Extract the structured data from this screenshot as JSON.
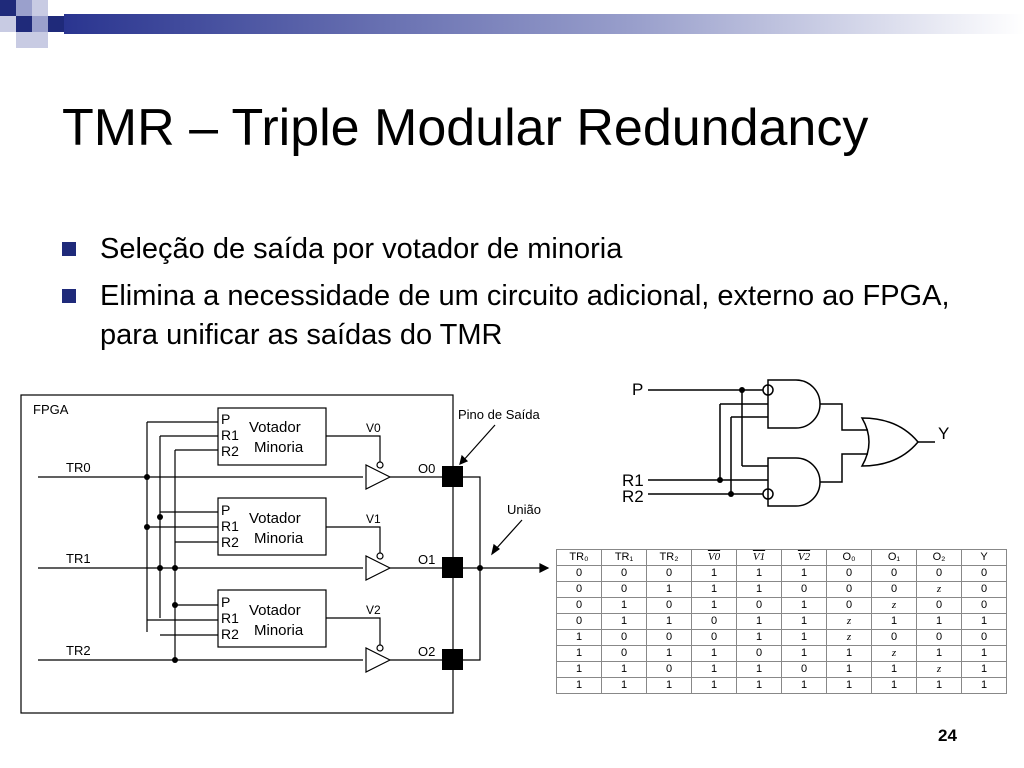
{
  "slide": {
    "title": "TMR – Triple Modular Redundancy",
    "bullets": [
      "Seleção de saída por votador de minoria",
      "Elimina a necessidade de um circuito adicional, externo ao FPGA, para unificar as saídas do TMR"
    ],
    "page_number": "24"
  },
  "circuit": {
    "fpga_label": "FPGA",
    "pin_label": "Pino de Saída",
    "union_label": "União",
    "voter_title": "Votador",
    "voter_subtitle": "Minoria",
    "port_labels": [
      "P",
      "R1",
      "R2"
    ],
    "voters": [
      {
        "out": "V0",
        "input": "TR0",
        "output": "O0"
      },
      {
        "out": "V1",
        "input": "TR1",
        "output": "O1"
      },
      {
        "out": "V2",
        "input": "TR2",
        "output": "O2"
      }
    ]
  },
  "gate": {
    "inputs": [
      "P",
      "R1",
      "R2"
    ],
    "output": "Y"
  },
  "truth_table": {
    "headers": [
      "TR₀",
      "TR₁",
      "TR₂",
      "V0",
      "V1",
      "V2",
      "O₀",
      "O₁",
      "O₂",
      "Y"
    ],
    "rows": [
      [
        "0",
        "0",
        "0",
        "1",
        "1",
        "1",
        "0",
        "0",
        "0",
        "0"
      ],
      [
        "0",
        "0",
        "1",
        "1",
        "1",
        "0",
        "0",
        "0",
        "z",
        "0"
      ],
      [
        "0",
        "1",
        "0",
        "1",
        "0",
        "1",
        "0",
        "z",
        "0",
        "0"
      ],
      [
        "0",
        "1",
        "1",
        "0",
        "1",
        "1",
        "z",
        "1",
        "1",
        "1"
      ],
      [
        "1",
        "0",
        "0",
        "0",
        "1",
        "1",
        "z",
        "0",
        "0",
        "0"
      ],
      [
        "1",
        "0",
        "1",
        "1",
        "0",
        "1",
        "1",
        "z",
        "1",
        "1"
      ],
      [
        "1",
        "1",
        "0",
        "1",
        "1",
        "0",
        "1",
        "1",
        "z",
        "1"
      ],
      [
        "1",
        "1",
        "1",
        "1",
        "1",
        "1",
        "1",
        "1",
        "1",
        "1"
      ]
    ]
  }
}
